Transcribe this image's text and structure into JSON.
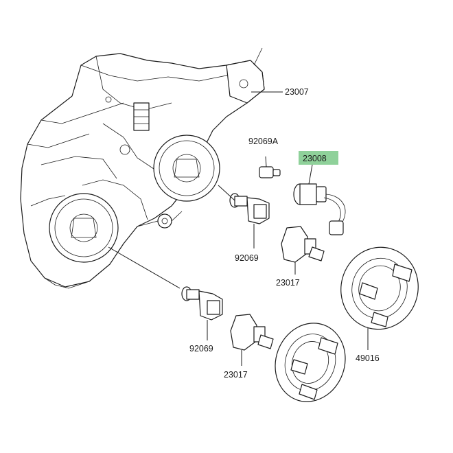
{
  "labels": {
    "l23007": "23007",
    "l92069A": "92069A",
    "l23008": "23008",
    "l92069a": "92069",
    "l23017a": "23017",
    "l92069b": "92069",
    "l23017b": "23017",
    "l49016": "49016"
  },
  "colors": {
    "highlight": "#8fd19a",
    "stroke": "#1a1a1a"
  }
}
